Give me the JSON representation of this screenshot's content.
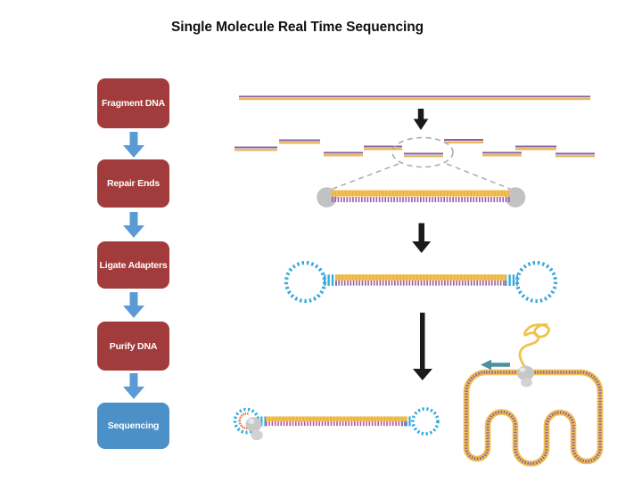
{
  "title": "Single Molecule Real Time Sequencing",
  "flowchart": {
    "steps": [
      {
        "label": "Fragment DNA",
        "color": "#A23B3C"
      },
      {
        "label": "Repair Ends",
        "color": "#A23B3C"
      },
      {
        "label": "Ligate Adapters",
        "color": "#A23B3C"
      },
      {
        "label": "Purify DNA",
        "color": "#A23B3C"
      },
      {
        "label": "Sequencing",
        "color": "#4B90C7"
      }
    ],
    "connector_color": "#5B9BD5"
  },
  "colors": {
    "background": "#FFFFFF",
    "title_text": "#111111",
    "step_text": "#FFFFFF",
    "black_arrow": "#1A1A1A",
    "dna_purple": "#8463A6",
    "dna_gold": "#E9B558",
    "strand_yellow": "#F3C052",
    "strand_tick_orange": "#E2A83E",
    "strand_purple": "#9A5CA8",
    "strand_magenta": "#B457A0",
    "adapter_blue": "#35A9DD",
    "polymerase_gray": "#C9C9C9",
    "callout_gray": "#ACACAC",
    "nascent_strand_yellow": "#EFC24B",
    "synthesis_orange": "#E87137",
    "direction_arrow_teal": "#4E8FA0"
  }
}
